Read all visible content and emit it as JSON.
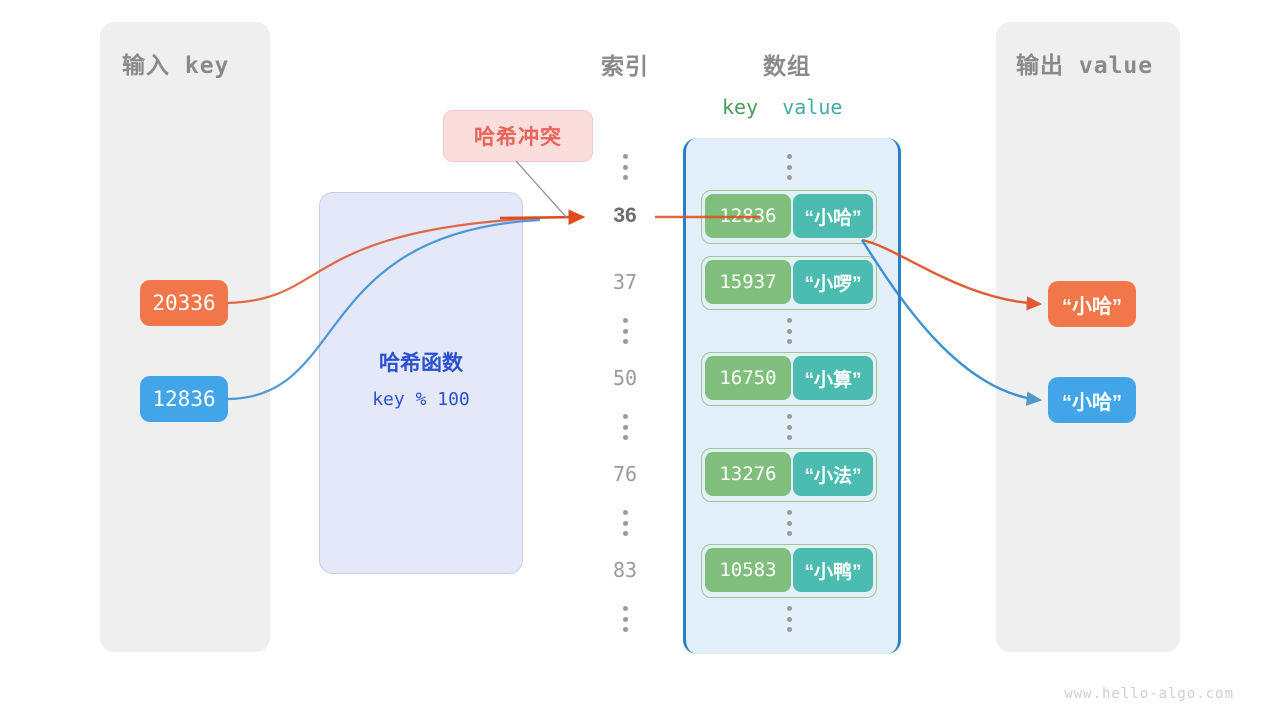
{
  "diagram": {
    "title_input": "输入 key",
    "title_output": "输出 value",
    "index_heading": "索引",
    "array_heading": "数组",
    "kv_heading_key": "key",
    "kv_heading_value": "value",
    "collision_label": "哈希冲突",
    "hash_function_name": "哈希函数",
    "hash_function_expr": "key % 100",
    "watermark": "www.hello-algo.com"
  },
  "inputs": [
    {
      "value": "20336",
      "color": "#f1774a"
    },
    {
      "value": "12836",
      "color": "#42a5e8"
    }
  ],
  "outputs": [
    {
      "value": "“小哈”",
      "color": "#f1774a"
    },
    {
      "value": "“小哈”",
      "color": "#42a5e8"
    }
  ],
  "index_column": [
    {
      "type": "dots"
    },
    {
      "type": "index",
      "label": "36",
      "highlight": true
    },
    {
      "type": "index",
      "label": "37",
      "highlight": false
    },
    {
      "type": "dots"
    },
    {
      "type": "index",
      "label": "50",
      "highlight": false
    },
    {
      "type": "dots"
    },
    {
      "type": "index",
      "label": "76",
      "highlight": false
    },
    {
      "type": "dots"
    },
    {
      "type": "index",
      "label": "83",
      "highlight": false
    },
    {
      "type": "dots"
    }
  ],
  "buckets": [
    {
      "type": "dots"
    },
    {
      "type": "pair",
      "key": "12836",
      "value": "“小哈”"
    },
    {
      "type": "pair",
      "key": "15937",
      "value": "“小啰”"
    },
    {
      "type": "dots"
    },
    {
      "type": "pair",
      "key": "16750",
      "value": "“小算”"
    },
    {
      "type": "dots"
    },
    {
      "type": "pair",
      "key": "13276",
      "value": "“小法”"
    },
    {
      "type": "dots"
    },
    {
      "type": "pair",
      "key": "10583",
      "value": "“小鸭”"
    },
    {
      "type": "dots"
    }
  ],
  "colors": {
    "panel_bg": "#efefef",
    "array_bg": "#e3effa",
    "array_border": "#2a7fc9",
    "key_cell": "#7fbf7b",
    "value_cell": "#4cbcb0",
    "hash_box_bg": "#e4e8f8",
    "hash_text": "#2b50d0",
    "collision_bg": "#fbdedc",
    "collision_text": "#e8635a",
    "orange": "#f1774a",
    "blue": "#42a5e8"
  }
}
